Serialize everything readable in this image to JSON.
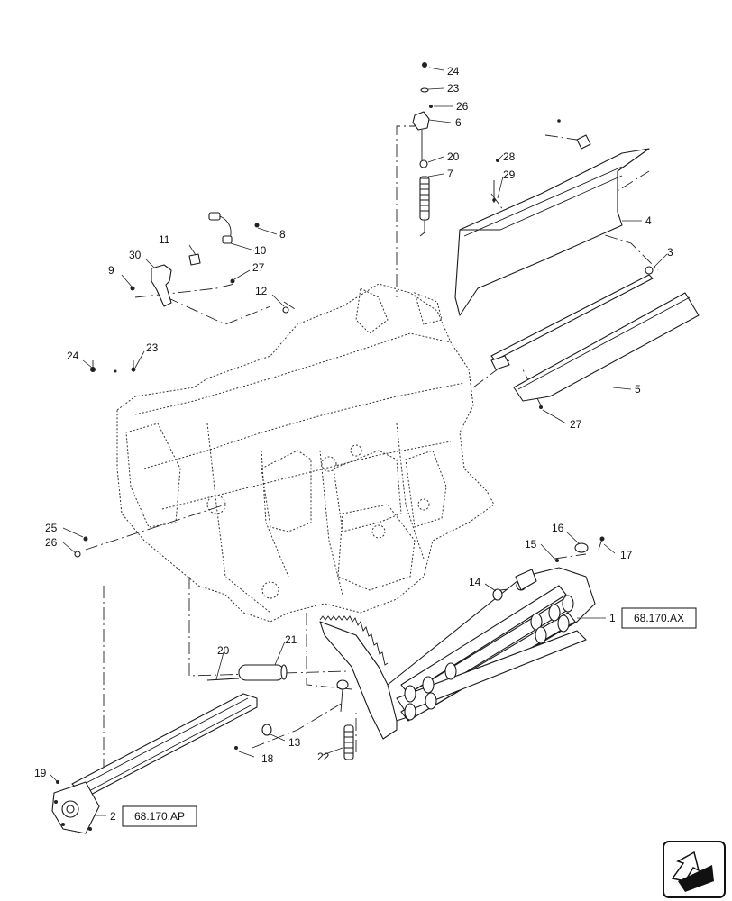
{
  "callouts": {
    "c1": "1",
    "c2": "2",
    "c3": "3",
    "c4": "4",
    "c5": "5",
    "c6": "6",
    "c7": "7",
    "c8": "8",
    "c9": "9",
    "c10": "10",
    "c11": "11",
    "c12": "12",
    "c13": "13",
    "c14": "14",
    "c15": "15",
    "c16": "16",
    "c17": "17",
    "c18": "18",
    "c19": "19",
    "c20a": "20",
    "c20b": "20",
    "c21": "21",
    "c22": "22",
    "c23a": "23",
    "c23b": "23",
    "c24a": "24",
    "c24b": "24",
    "c25": "25",
    "c26a": "26",
    "c26b": "26",
    "c27a": "27",
    "c27b": "27",
    "c28": "28",
    "c29": "29",
    "c30": "30"
  },
  "references": {
    "ref1": "68.170.AX",
    "ref2": "68.170.AP"
  },
  "icons": {
    "nav": "navigation-arrow-icon"
  }
}
